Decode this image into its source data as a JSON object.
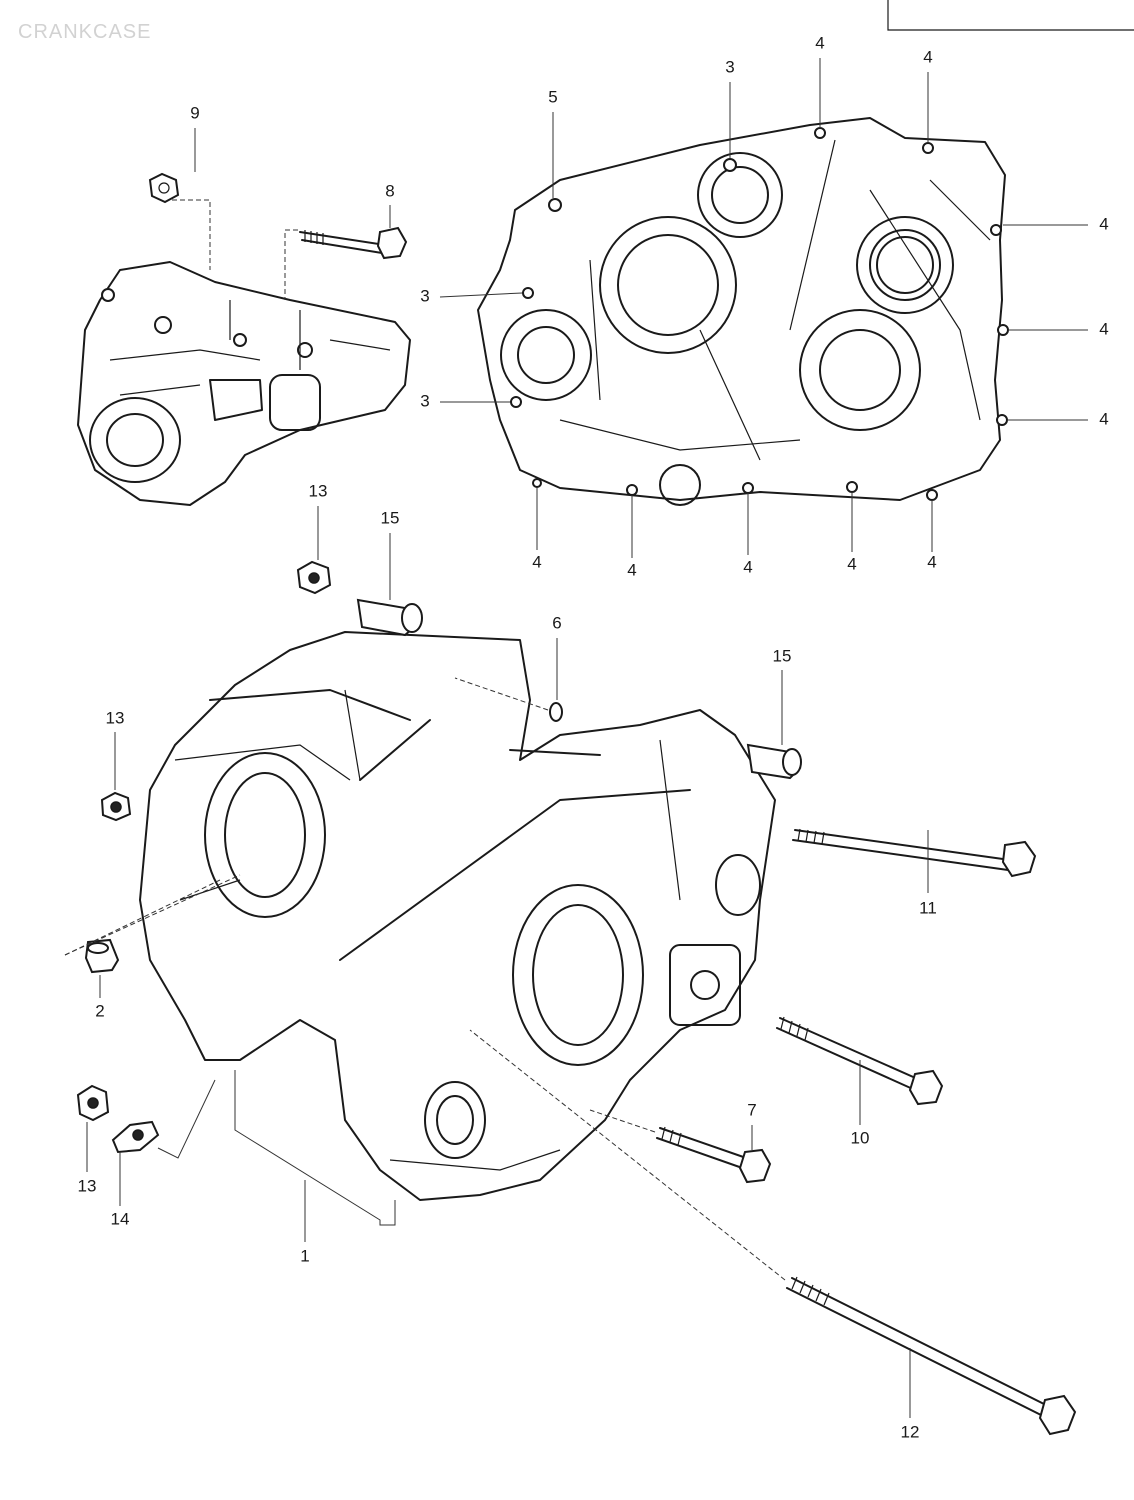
{
  "diagram": {
    "title": "CRANKCASE",
    "callouts": [
      {
        "text": "9"
      },
      {
        "text": "8"
      },
      {
        "text": "5"
      },
      {
        "text": "3"
      },
      {
        "text": "4"
      },
      {
        "text": "4"
      },
      {
        "text": "4"
      },
      {
        "text": "4"
      },
      {
        "text": "4"
      },
      {
        "text": "3"
      },
      {
        "text": "3"
      },
      {
        "text": "4"
      },
      {
        "text": "4"
      },
      {
        "text": "4"
      },
      {
        "text": "4"
      },
      {
        "text": "4"
      },
      {
        "text": "13"
      },
      {
        "text": "15"
      },
      {
        "text": "6"
      },
      {
        "text": "15"
      },
      {
        "text": "13"
      },
      {
        "text": "11"
      },
      {
        "text": "2"
      },
      {
        "text": "10"
      },
      {
        "text": "13"
      },
      {
        "text": "14"
      },
      {
        "text": "7"
      },
      {
        "text": "1"
      },
      {
        "text": "12"
      }
    ]
  }
}
